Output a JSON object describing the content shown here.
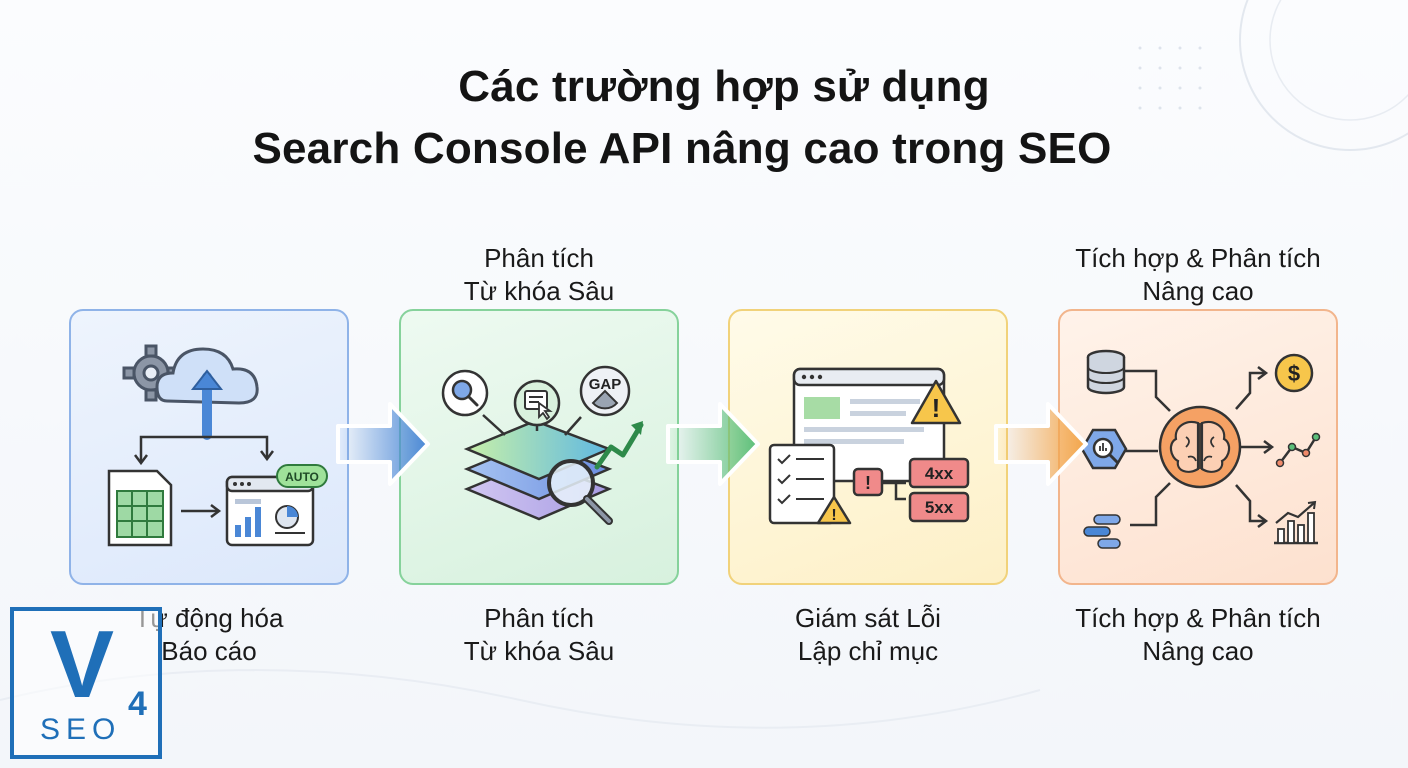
{
  "title": {
    "line1": "Các trường hợp sử dụng",
    "line2": "Search Console API nâng cao trong SEO"
  },
  "top_labels": {
    "step2": {
      "line1": "Phân tích",
      "line2": "Từ khóa Sâu"
    },
    "step4": {
      "line1": "Tích hợp & Phân tích",
      "line2": "Nâng cao"
    }
  },
  "steps": [
    {
      "line1": "Tự động hóa",
      "line2": "Báo cáo",
      "color": "#8fb3e8"
    },
    {
      "line1": "Phân tích",
      "line2": "Từ khóa Sâu",
      "color": "#86d29b"
    },
    {
      "line1": "Giám sát Lỗi",
      "line2": "Lập chỉ mục",
      "color": "#f1d27a"
    },
    {
      "line1": "Tích hợp & Phân tích",
      "line2": "Nâng cao",
      "color": "#f2b58c"
    }
  ],
  "icon_text": {
    "auto_badge": "AUTO",
    "gap_badge": "GAP",
    "error_4xx": "4xx",
    "error_5xx": "5xx",
    "dollar": "$",
    "warning": "!"
  },
  "logo": {
    "letter": "V",
    "number": "4",
    "text": "SEO"
  }
}
